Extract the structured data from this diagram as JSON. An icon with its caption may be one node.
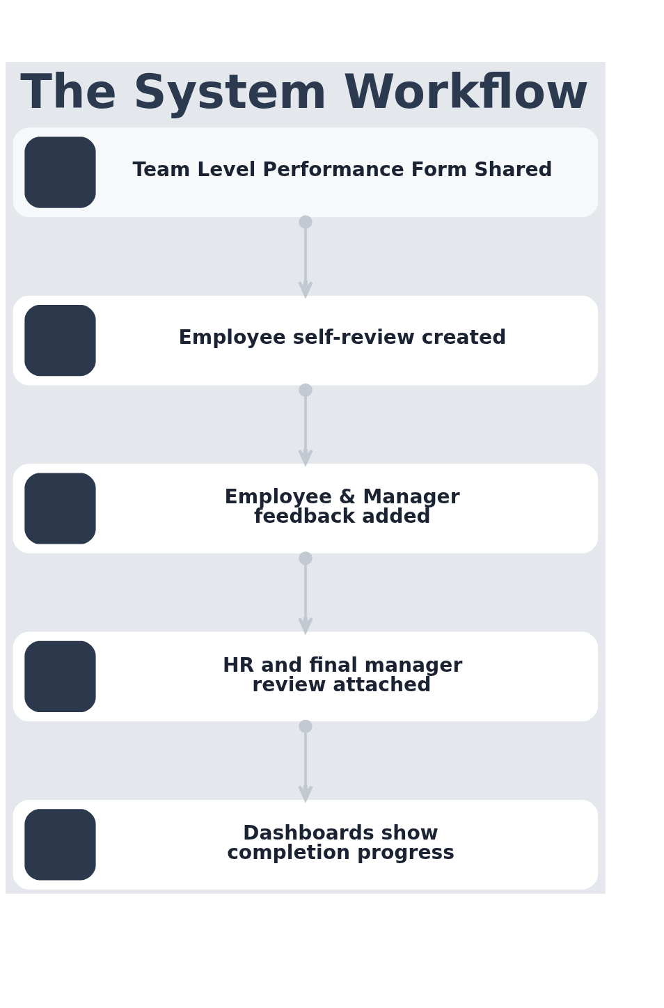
{
  "diagram": {
    "title": "The System Workflow",
    "nodes": [
      {
        "text": [
          "Team Level Performance Form Shared"
        ]
      },
      {
        "text": [
          "Employee self-review created"
        ]
      },
      {
        "text": [
          "Employee & Manager feedback added"
        ]
      },
      {
        "text": [
          "HR and final manager review attached"
        ]
      },
      {
        "text": [
          "Dashboards show completion progress"
        ]
      }
    ],
    "edges": [
      {
        "from": 0,
        "to": 1,
        "arrow": "to"
      },
      {
        "from": 1,
        "to": 2,
        "arrow": "to"
      },
      {
        "from": 2,
        "to": 3,
        "arrow": "to"
      },
      {
        "from": 3,
        "to": 4,
        "arrow": "to"
      }
    ]
  }
}
